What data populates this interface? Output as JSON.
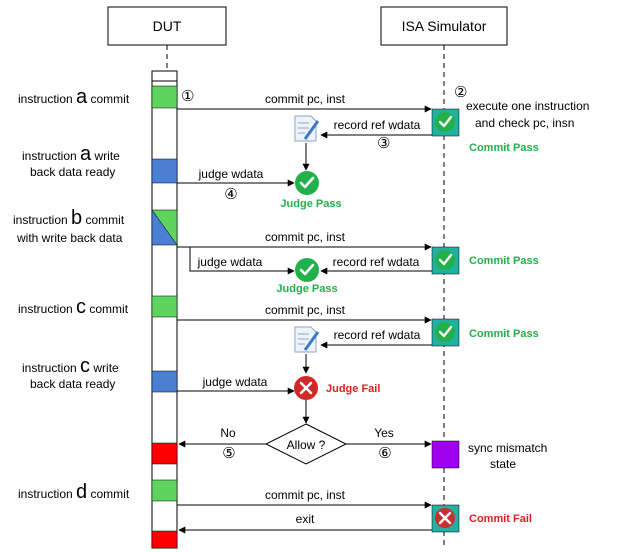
{
  "actors": {
    "dut": "DUT",
    "sim": "ISA Simulator"
  },
  "left_labels": [
    {
      "prefix": "instruction ",
      "letter": "a",
      "suffix": " commit",
      "line2": ""
    },
    {
      "prefix": "instruction ",
      "letter": "a",
      "suffix": " write",
      "line2": "back data ready"
    },
    {
      "prefix": "instruction ",
      "letter": "b",
      "suffix": " commit",
      "line2": "with write back data"
    },
    {
      "prefix": "instruction ",
      "letter": "c",
      "suffix": " commit",
      "line2": ""
    },
    {
      "prefix": "instruction ",
      "letter": "c",
      "suffix": " write",
      "line2": "back data ready"
    },
    {
      "prefix": "instruction ",
      "letter": "d",
      "suffix": " commit",
      "line2": ""
    }
  ],
  "messages": {
    "commit": "commit pc, inst",
    "record": "record ref wdata",
    "judge": "judge wdata",
    "exit": "exit",
    "no": "No",
    "yes": "Yes"
  },
  "step_numbers": [
    "①",
    "②",
    "③",
    "④",
    "⑤",
    "⑥"
  ],
  "sim_note": [
    "execute one instruction",
    "and check pc, insn"
  ],
  "sync_note": [
    "sync mismatch",
    "state"
  ],
  "decision": "Allow ?",
  "status": {
    "commit_pass": "Commit Pass",
    "judge_pass": "Judge Pass",
    "judge_fail": "Judge Fail",
    "commit_fail": "Commit Fail"
  },
  "colors": {
    "commit_green": "#5ed35e",
    "writeback_blue": "#4a7fd4",
    "mismatch_red": "#ff0000",
    "sync_purple": "#a000f0",
    "sim_box_teal": "#22b0a0",
    "pass_green": "#22b04a",
    "fail_red": "#e02020",
    "pass_text": "#22b04a",
    "fail_text": "#e02020"
  }
}
